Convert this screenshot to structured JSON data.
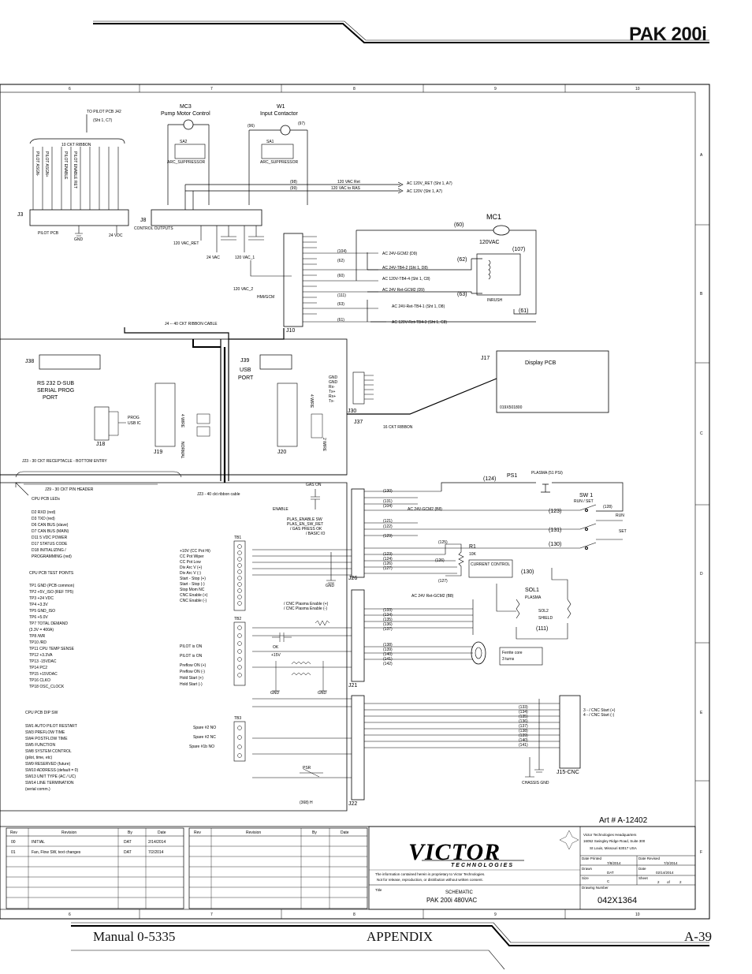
{
  "header": {
    "title": "PAK 200i"
  },
  "footer": {
    "manual": "Manual 0-5335",
    "section": "APPENDIX",
    "page": "A-39"
  },
  "border": {
    "columns": [
      "6",
      "7",
      "8",
      "9",
      "10"
    ],
    "rows": [
      "A",
      "B",
      "C",
      "D",
      "E",
      "F"
    ]
  },
  "schematic": {
    "pilot_ref": [
      "TO PILOT PCB J42",
      "(Sht 1, C7)"
    ],
    "ribbon10": "10 CKT RIBBON",
    "pilot_signals": [
      "PILOT ASGN-",
      "PILOT ASGN+",
      "PILOT ENABLE",
      "PILOT ENABLE RET"
    ],
    "mc3": [
      "MC3",
      "Pump Motor Control"
    ],
    "w1": [
      "W1",
      "Input Contactor"
    ],
    "sa_labels": [
      "SA2",
      "SA1"
    ],
    "arc_suppressor": "ARC_SUPPRESSOR",
    "wire_nums_top": [
      "(96)",
      "(97)",
      "(98)",
      "(99)"
    ],
    "vac_lines": [
      "120 VAC Ret",
      "120 VAC to RAS"
    ],
    "ac_refs": [
      "AC 120V_RET (Sht 1, A7)",
      "AC 120V (Sht 1, A7)"
    ],
    "conn_labels": [
      "J3",
      "J8",
      "J10",
      "J38",
      "J39",
      "J17",
      "J30",
      "J37",
      "J18",
      "J19",
      "J20",
      "J26",
      "J21",
      "J22",
      "J15-CNC"
    ],
    "j3_labels": [
      "PILOT PCB",
      "GND",
      "24 VDC"
    ],
    "j8_labels": [
      "CONTROL OUTPUTS",
      "120 VAC_RET",
      "24 VAC",
      "120 VAC_1",
      "120 VAC_2",
      "HMI/GCM"
    ],
    "mc1": [
      "MC1",
      "120VAC"
    ],
    "mc1_wires": [
      "(60)",
      "(107)",
      "(62)",
      "(63)",
      "(61)"
    ],
    "j10_nets": [
      "(104)",
      "AC 24V-GCM2 (D9)",
      "(62)",
      "AC 24V-TB4-2 (Sht 1, D8)",
      "(60)",
      "AC 120V-TB4-4 (Sht 1, C8)",
      "AC 24V Ret-GCM2 (D9)",
      "(111)",
      "(63)",
      "AC 24V-Ret-TB4-1 (Sht 1, D8)",
      "(61)",
      "AC 120V-Ret-TB4-3 (Sht 1, C8)"
    ],
    "inrush": "INRUSH",
    "ribbon40": "J4 -- 40 CKT RIBBON CABLE",
    "rs232": [
      "RS 232 D-SUB",
      "SERIAL PROG",
      "PORT"
    ],
    "usb": [
      "USB",
      "PORT"
    ],
    "display": "Display PCB",
    "display_code": "019X501800",
    "j30_pins": [
      "GND",
      "GND",
      "Rx-",
      "Tx+",
      "Rx+",
      "Tx-"
    ],
    "j37_label": "16 CKT RIBBON",
    "prog_usb": [
      "PROG",
      "USB IC"
    ],
    "wire_labels_j20": [
      "4 WIRE",
      "2 WIRE"
    ],
    "j19_side": [
      "NORMAL",
      "4 WIRE"
    ],
    "j23_receptacle": "J23 - 30 CKT RECEPTACLE - BOTTOM ENTRY",
    "j29_header": "J29 - 30 CKT PIN HEADER",
    "j23_cable": "J23 - 40 ckt ribbon cable",
    "leds_title": "CPU PCB LEDs",
    "leds": [
      "D2   RXD (red)",
      "D3   TXD (red)",
      "D6   CAN BUS (slave)",
      "D7   CAN BUS (MAIN)",
      "D11  5 VDC POWER",
      "D17  STATUS CODE",
      "D18  INITIALIZING /",
      "        PROGRAMMING (red)"
    ],
    "tp_title": "CPU PCB TEST POINTS",
    "tps": [
      "TP1  GND (PCB common)",
      "TP2  +5V_ISO (REF TP5)",
      "TP3  +24 VDC",
      "TP4  +3.3V",
      "TP5  GND_ISO",
      "TP6  +5.0V",
      "TP7  TOTAL DEMAND",
      "        (3.3V = 400A)",
      "TP8  /WR",
      "TP10 /RD",
      "TP11  CPU TEMP SENSE",
      "TP12 +3.3VA",
      "TP13  -15VDAC",
      "TP14  PC2",
      "TP15  +15VDAC",
      "TP16  CLKO",
      "TP18  OSC_CLOCK"
    ],
    "dip_title": "CPU PCB DIP SW",
    "dips": [
      "SW1  AUTO PILOT RESTART",
      "SW3  PREFLOW TIME",
      "SW4  POSTFLOW TIME",
      "SW5  FUNCTION",
      "SW8  SYSTEM CONTROL",
      "        (pilot, time, etc)",
      "SW9  RESERVED (future)",
      "SW10  ADDRESS (default = 0)",
      "SW13  UNIT TYPE (AC / UC)",
      "SW14  LINE TERMINATION",
      "         (serial comm.)"
    ],
    "tb_labels": [
      "TB1",
      "TB2",
      "TB3"
    ],
    "tb1_signals": [
      "+10V (CC Pot Hi)",
      "CC Pot Wiper",
      "CC Pot Low",
      "Div Arc V (+)",
      "Div Arc V (-)",
      "Start - Stop (+)",
      "Start - Stop (-)",
      "Stop  Mom  NC",
      "CNC Enable (+)",
      "CNC Enable (-)"
    ],
    "tb2_signals": [
      "PILOT is ON",
      "PILOT is ON",
      "Preflow ON (+)",
      "Preflow ON (-)",
      "Hold Start (+)",
      "Hold Start (-)"
    ],
    "tb3_signals": [
      "Spare #2 NO",
      "Spare #2 NC",
      "Spare #1b NO"
    ],
    "j26_side": [
      "GAS ON",
      "ENABLE",
      "PLAS_ENABLE SW",
      "PLAS_EN_SW_RET",
      "/ GAS PRESS OK",
      "/ BASIC IO",
      "GND"
    ],
    "j26_wires": [
      "(130)",
      "(131)",
      "(104)",
      "(121)",
      "(122)",
      "(129)",
      "(123)",
      "(124)",
      "(126)",
      "(127)"
    ],
    "ps1": [
      "(124)",
      "PS1",
      "PLASMA (51 PSI)"
    ],
    "sw1": [
      "SW 1",
      "RUN / SET",
      "(128)",
      "RUN",
      "SET",
      "(123)",
      "(131)",
      "(130)"
    ],
    "r1": [
      "(125)",
      "R1",
      "10K",
      "(126)",
      "CURRENT CONTROL",
      "(127)"
    ],
    "sol": [
      "(130)",
      "SOL1",
      "PLASMA",
      "SOL2",
      "SHIELD",
      "(111)"
    ],
    "ac24_ret": "AC 24V Ret-GCM2 (B8)",
    "ac24_gcm": "AC 24V-GCM2 (B8)",
    "j21_side": [
      "/ CNC Plasma Enable (+)",
      "/ CNC Plasma Enable (-)",
      "OK",
      "+15V",
      "GND",
      "GND"
    ],
    "j21_wires": [
      "(133)",
      "(134)",
      "(135)",
      "(136)",
      "(137)",
      "(138)",
      "(139)",
      "(140)",
      "(141)",
      "(142)"
    ],
    "ferrite": [
      "Ferrite core",
      "3 turns"
    ],
    "j15_wires": [
      "(133)",
      "(134)",
      "(135)",
      "(136)",
      "(137)",
      "(138)",
      "(139)",
      "(140)",
      "(141)"
    ],
    "cnc_start": [
      "3 - / CNC Start (+)",
      "4 - / CNC Start (-)"
    ],
    "chassis": "CHASSIS GND",
    "j22_side": [
      "PSR",
      "(368) H"
    ]
  },
  "art": "Art # A-12402",
  "rev_table": {
    "headers": [
      "Rev",
      "Revision",
      "By",
      "Date"
    ],
    "rows": [
      [
        "00",
        "INITIAL",
        "DAT",
        "2/14/2014"
      ],
      [
        "01",
        "Fan, Flow SW, text changes",
        "DAT",
        "7/2/2014"
      ]
    ]
  },
  "rev_table2": {
    "headers": [
      "Rev",
      "Revision",
      "By",
      "Date"
    ]
  },
  "titleblock": {
    "logo": "VICTOR",
    "logo_sub": "TECHNOLOGIES",
    "hq": [
      "Victor Technologies Headquarters",
      "16052 Swingley Ridge Road, Suite 300",
      "St Louis, Missouri 63017 USA"
    ],
    "date_printed_label": "Date Printed",
    "date_printed": "7/8/2014",
    "date_revised_label": "Date Revised",
    "date_revised": "7/2/2014",
    "drawn_label": "Drawn",
    "drawn": "DAT",
    "date_label": "Date",
    "date": "02/14/2014",
    "size_label": "Size",
    "size": "C",
    "sheet_label": "Sheet",
    "sheet": "2",
    "sheet_of": "of",
    "sheet_total": "2",
    "dwg_label": "Drawing Number",
    "dwg": "042X1364",
    "notice": [
      "The information contained herein is proprietary to Victor Technologies.",
      "Not for release, reproduction, or distribution without written consent."
    ],
    "title_label": "Title",
    "title1": "SCHEMATIC",
    "title2": "PAK 200i   480VAC"
  }
}
